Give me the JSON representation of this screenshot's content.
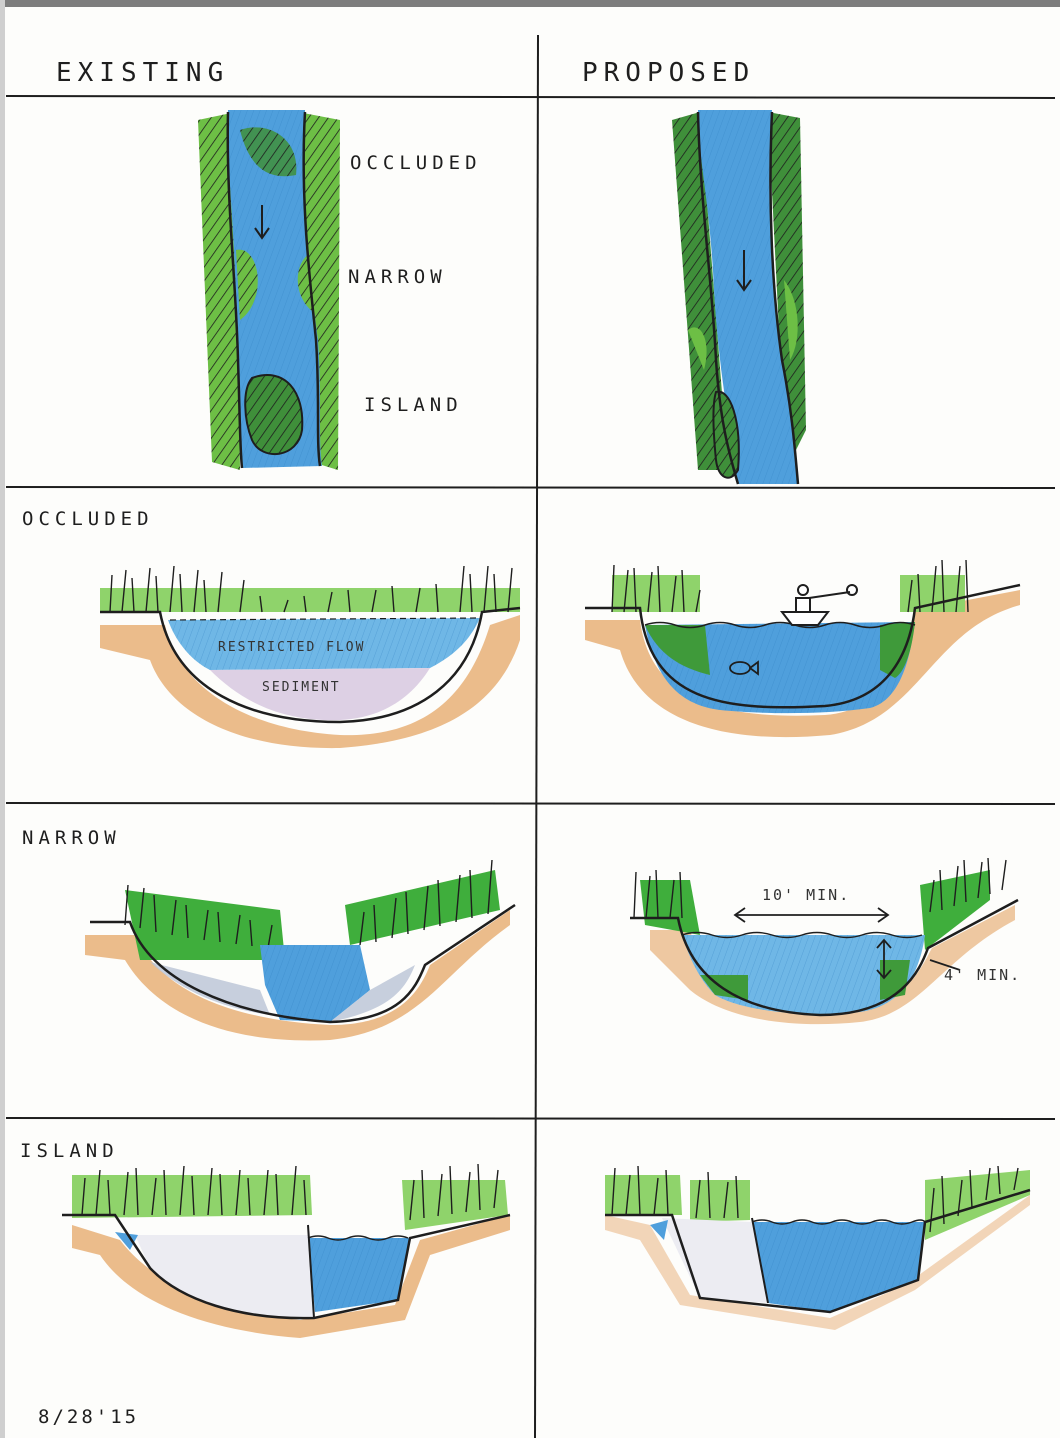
{
  "headers": {
    "existing": "EXISTING",
    "proposed": "PROPOSED"
  },
  "plan_notes": {
    "occluded": "OCCLUDED",
    "narrow": "NARROW",
    "island": "ISLAND"
  },
  "section_labels": {
    "occluded": "OCCLUDED",
    "narrow": "NARROW",
    "island": "ISLAND"
  },
  "annotations": {
    "restricted_flow": "RESTRICTED FLOW",
    "sediment": "SEDIMENT",
    "width_min": "10' MIN.",
    "depth_min": "4' MIN."
  },
  "date": "8/28'15",
  "colors": {
    "water": "#4f9fdc",
    "vegetation": "#6dbf45",
    "soil": "#e4a565",
    "sediment": "#ddd0e4",
    "ink": "#1e1e1e"
  }
}
